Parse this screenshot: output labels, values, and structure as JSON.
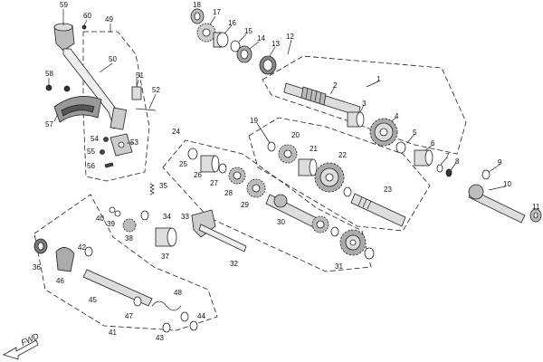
{
  "diagram": {
    "direction_label": "FWD",
    "callouts": [
      "1",
      "2",
      "3",
      "4",
      "5",
      "6",
      "7",
      "8",
      "9",
      "10",
      "11",
      "12",
      "13",
      "14",
      "15",
      "16",
      "17",
      "18",
      "19",
      "20",
      "21",
      "22",
      "23",
      "24",
      "25",
      "26",
      "27",
      "28",
      "29",
      "30",
      "31",
      "32",
      "33",
      "34",
      "35",
      "36",
      "37",
      "38",
      "39",
      "40",
      "41",
      "42",
      "43",
      "44",
      "45",
      "46",
      "47",
      "48",
      "49",
      "50",
      "51",
      "52",
      "53",
      "54",
      "55",
      "56",
      "57",
      "58",
      "59",
      "60"
    ]
  }
}
